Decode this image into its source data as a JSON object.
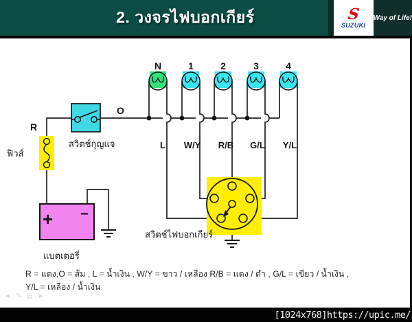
{
  "header": {
    "title": "2. วงจรไฟบอกเกียร์",
    "brand": {
      "s_mark": "S",
      "wordmark": "SUZUKI",
      "tagline": "Way of Life!"
    }
  },
  "diagram": {
    "lamps": [
      {
        "label": "N",
        "wire_label": "L",
        "color": "#2ee37c"
      },
      {
        "label": "1",
        "wire_label": "W/Y",
        "color": "#38e7f0"
      },
      {
        "label": "2",
        "wire_label": "R/B",
        "color": "#38e7f0"
      },
      {
        "label": "3",
        "wire_label": "G/L",
        "color": "#38e7f0"
      },
      {
        "label": "4",
        "wire_label": "Y/L",
        "color": "#38e7f0"
      }
    ],
    "labels": {
      "r_wire": "R",
      "o_wire": "O",
      "fuse": "ฟิวส์",
      "key_switch": "สวิตช์กุญแจ",
      "battery": "แบตเตอรี่",
      "gear_switch": "สวิตช์ไฟบอกเกียร์",
      "plus": "+",
      "minus": "−"
    }
  },
  "legend": {
    "line1": "R   =  แดง,O  =   ส้ม , L   =   น้ำเงิน , W/Y  =  ขาว / เหลือง   R/B   =   แดง / ดำ , G/L   =   เขียว / น้ำเงิน ,",
    "line2": "Y/L   =   เหลือง / น้ำเงิน"
  },
  "presenter_toolbar": {
    "icons": [
      {
        "name": "back-arrow",
        "glyph": "◄"
      },
      {
        "name": "pen",
        "glyph": "✎"
      },
      {
        "name": "slide-menu",
        "glyph": "▤"
      },
      {
        "name": "forward-arrow",
        "glyph": "►"
      }
    ]
  },
  "footer": {
    "watermark": "[1024x768]https://upic.me/"
  },
  "colors": {
    "header_teal": "#0d4c45",
    "header_dark": "#112f2a",
    "suzuki_red": "#e60012",
    "suzuki_blue": "#1c3f9e",
    "lamp_green": "#2ee37c",
    "lamp_cyan": "#38e7f0",
    "switch_cyan": "#3fd9e6",
    "fuse_yellow": "#ffee00",
    "gear_yellow": "#ffee00",
    "battery_pink": "#f184ef",
    "wire": "#222222"
  }
}
